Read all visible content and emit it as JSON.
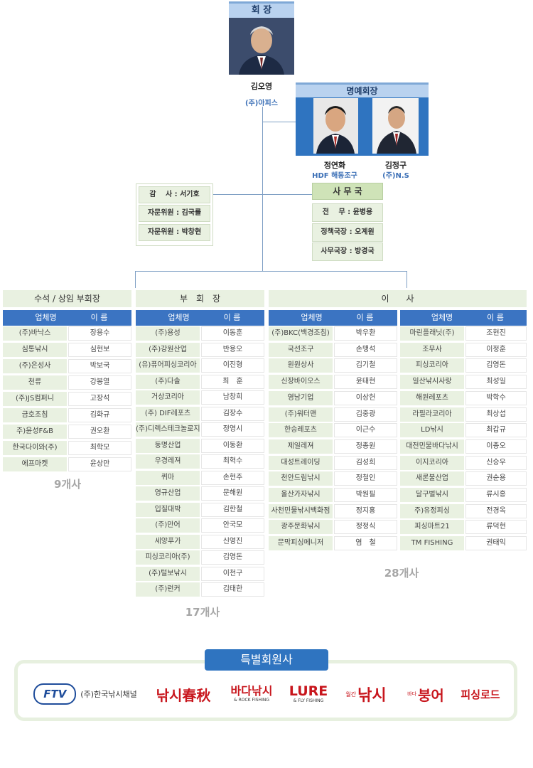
{
  "chairman": {
    "title": "회 장",
    "name": "김오영",
    "company": "(주)아피스"
  },
  "honorary": {
    "title": "명예회장",
    "people": [
      {
        "name": "정연화",
        "company": "HDF 해동조구"
      },
      {
        "name": "김정구",
        "company": "(주)N.S"
      }
    ]
  },
  "advisors": [
    "감　 사 : 서기호",
    "자문위원 : 김국률",
    "자문위원 : 박창현"
  ],
  "secretariat": {
    "title": "사 무 국",
    "items": [
      "전　 무 : 윤병용",
      "정책국장 : 오계원",
      "사무국장 : 방경국"
    ]
  },
  "table_header": {
    "company": "업체명",
    "name": "이  름"
  },
  "groups": {
    "senior_vp": {
      "title": "수석 / 상임 부회장",
      "count": "9개사",
      "rows": [
        [
          "(주)바낙스",
          "장용수"
        ],
        [
          "심통낚시",
          "심현보"
        ],
        [
          "(주)은성사",
          "박보국"
        ],
        [
          "천류",
          "강봉열"
        ],
        [
          "(주)JS컴퍼니",
          "고장석"
        ],
        [
          "금호조침",
          "김화규"
        ],
        [
          "주)윤성F&B",
          "권오환"
        ],
        [
          "한국다이와(주)",
          "최학모"
        ],
        [
          "에프마켓",
          "윤상만"
        ]
      ]
    },
    "vp": {
      "title": "부　회　장",
      "count": "17개사",
      "rows": [
        [
          "(주)용성",
          "이동훈"
        ],
        [
          "(주)강원산업",
          "반용오"
        ],
        [
          "(유)퓨어피싱코리아",
          "이진형"
        ],
        [
          "(주)다솔",
          "최　훈"
        ],
        [
          "거상코리아",
          "남창희"
        ],
        [
          "(주) DIF레포츠",
          "김장수"
        ],
        [
          "(주)디렉스테크놀로지",
          "정영시"
        ],
        [
          "동명산업",
          "이동환"
        ],
        [
          "우경레져",
          "최혁수"
        ],
        [
          "퀴마",
          "손현주"
        ],
        [
          "영규산업",
          "문해원"
        ],
        [
          "입질대박",
          "김한철"
        ],
        [
          "(주)만어",
          "안국모"
        ],
        [
          "세양푸가",
          "신영진"
        ],
        [
          "피싱코리아(주)",
          "김영돈"
        ],
        [
          "(주)털보낚시",
          "이천구"
        ],
        [
          "(주)런커",
          "김태한"
        ]
      ]
    },
    "directors": {
      "title": "이　　사",
      "count": "28개사",
      "left_rows": [
        [
          "(주)BKC(백경조침)",
          "박우환"
        ],
        [
          "국선조구",
          "손맹석"
        ],
        [
          "원원상사",
          "김기철"
        ],
        [
          "신장바이오스",
          "윤태현"
        ],
        [
          "영남기업",
          "이상헌"
        ],
        [
          "(주)워터맨",
          "김중광"
        ],
        [
          "한승레포츠",
          "이근수"
        ],
        [
          "제일레져",
          "정종원"
        ],
        [
          "대성트레이딩",
          "김성희"
        ],
        [
          "천안드림낚시",
          "정철인"
        ],
        [
          "울산가자낚시",
          "박원필"
        ],
        [
          "사천민물낚시백화점",
          "정지홍"
        ],
        [
          "광주문화낚시",
          "정정식"
        ],
        [
          "문막피싱메니저",
          "염　철"
        ]
      ],
      "right_rows": [
        [
          "마린플래닛(주)",
          "조현진"
        ],
        [
          "조무사",
          "이정훈"
        ],
        [
          "피싱코리아",
          "김영돈"
        ],
        [
          "일산낚시사랑",
          "최성일"
        ],
        [
          "해원레포츠",
          "박학수"
        ],
        [
          "라필라코리아",
          "최상섭"
        ],
        [
          "LD낚시",
          "최갑규"
        ],
        [
          "대전민물바다낚시",
          "이종오"
        ],
        [
          "이지코리아",
          "신승우"
        ],
        [
          "새론불산업",
          "권순용"
        ],
        [
          "달구벌낚시",
          "류시홍"
        ],
        [
          "주)유정피싱",
          "전경옥"
        ],
        [
          "피싱마트21",
          "류덕현"
        ],
        [
          "TM FISHING",
          "권태익"
        ]
      ]
    }
  },
  "special": {
    "title": "특별회원사",
    "logos": [
      {
        "mark": "FTV",
        "text": "(주)한국낚시채널"
      },
      {
        "text": "낚시春秋"
      },
      {
        "text": "바다낚시",
        "sub": "& ROCK FISHING"
      },
      {
        "text": "LURE",
        "sub": "& FLY FISHING"
      },
      {
        "small": "월간",
        "text": "낚시"
      },
      {
        "small": "바다",
        "text": "붕어"
      },
      {
        "text": "피싱로드"
      }
    ]
  },
  "colors": {
    "accent_blue": "#3b74c2",
    "green_light": "#e9f1e1",
    "green_head": "#cfe3b8",
    "title_blue": "#b9d2ef",
    "logo_red": "#c8161d"
  }
}
